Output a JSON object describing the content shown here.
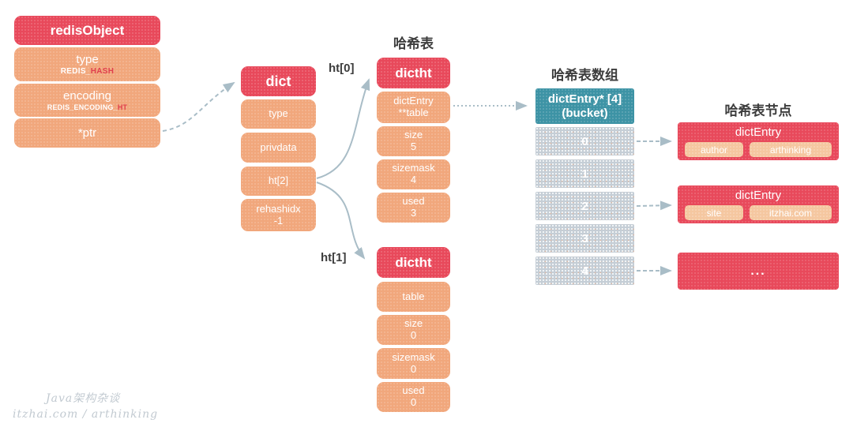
{
  "palette": {
    "red": "#E8495B",
    "orange": "#F1A77C",
    "pill_orange": "#F5C7A0",
    "teal": "#3D93A5",
    "slot_gray": "#C5CED6",
    "arrow_gray": "#A9BDC7",
    "label_text": "#3D3D3D",
    "highlight_red": "#E0404E",
    "watermark_gray": "#C2CAD1"
  },
  "labels": {
    "hash_table": "哈希表",
    "hash_table_array": "哈希表数组",
    "hash_table_node": "哈希表节点",
    "ht0": "ht[0]",
    "ht1": "ht[1]"
  },
  "redis_object": {
    "title": "redisObject",
    "type_label": "type",
    "type_value_prefix": "REDIS_",
    "type_value_highlight": "HASH",
    "encoding_label": "encoding",
    "encoding_value_prefix": "REDIS_ENCODING_",
    "encoding_value_highlight": "HT",
    "ptr_label": "*ptr"
  },
  "dict": {
    "title": "dict",
    "field_type": "type",
    "field_privdata": "privdata",
    "field_ht": "ht[2]",
    "rehashidx_label": "rehashidx",
    "rehashidx_value": "-1"
  },
  "dictht0": {
    "title": "dictht",
    "table_line1": "dictEntry",
    "table_line2": "**table",
    "size_label": "size",
    "size_value": "5",
    "sizemask_label": "sizemask",
    "sizemask_value": "4",
    "used_label": "used",
    "used_value": "3"
  },
  "dictht1": {
    "title": "dictht",
    "table_label": "table",
    "size_label": "size",
    "size_value": "0",
    "sizemask_label": "sizemask",
    "sizemask_value": "0",
    "used_label": "used",
    "used_value": "0"
  },
  "bucket": {
    "title_line1": "dictEntry* [4]",
    "title_line2": "(bucket)",
    "slots": [
      "0",
      "1",
      "2",
      "3",
      "4"
    ]
  },
  "nodes": [
    {
      "title": "dictEntry",
      "key": "author",
      "value": "arthinking"
    },
    {
      "title": "dictEntry",
      "key": "site",
      "value": "itzhai.com"
    },
    {
      "title": "..."
    }
  ],
  "watermark": {
    "line1": "Java架构杂谈",
    "line2": "itzhai.com / arthinking"
  }
}
